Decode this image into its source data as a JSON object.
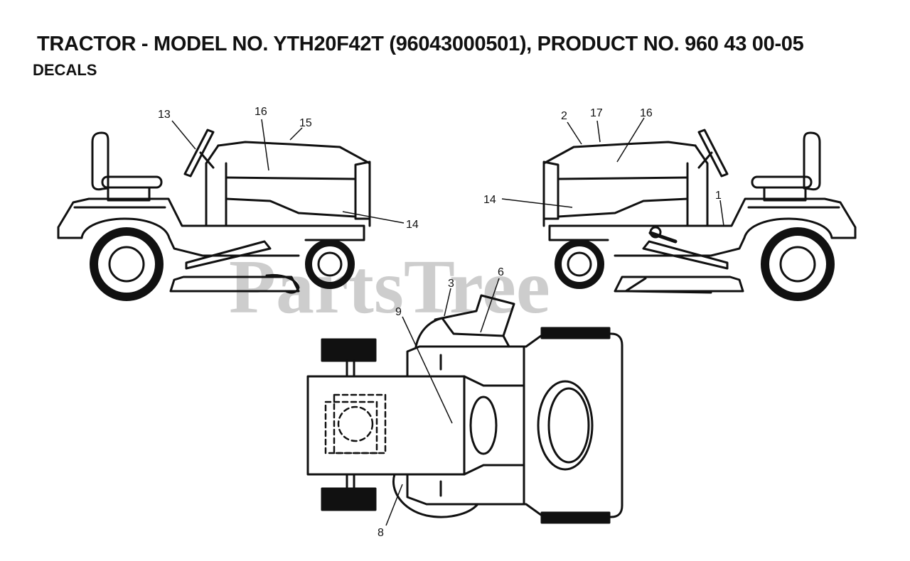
{
  "header": {
    "title": "TRACTOR - MODEL NO. YTH20F42T (96043000501), PRODUCT NO. 960 43 00-05",
    "subtitle": "DECALS"
  },
  "watermark": "PartsTree",
  "callouts": {
    "left_13": "13",
    "left_16": "16",
    "left_15": "15",
    "left_14": "14",
    "right_2": "2",
    "right_17": "17",
    "right_16": "16",
    "right_14": "14",
    "right_1": "1",
    "top_3": "3",
    "top_6": "6",
    "top_9": "9",
    "top_8": "8"
  },
  "colors": {
    "ink": "#111111",
    "watermark": "#bdbdbd"
  }
}
